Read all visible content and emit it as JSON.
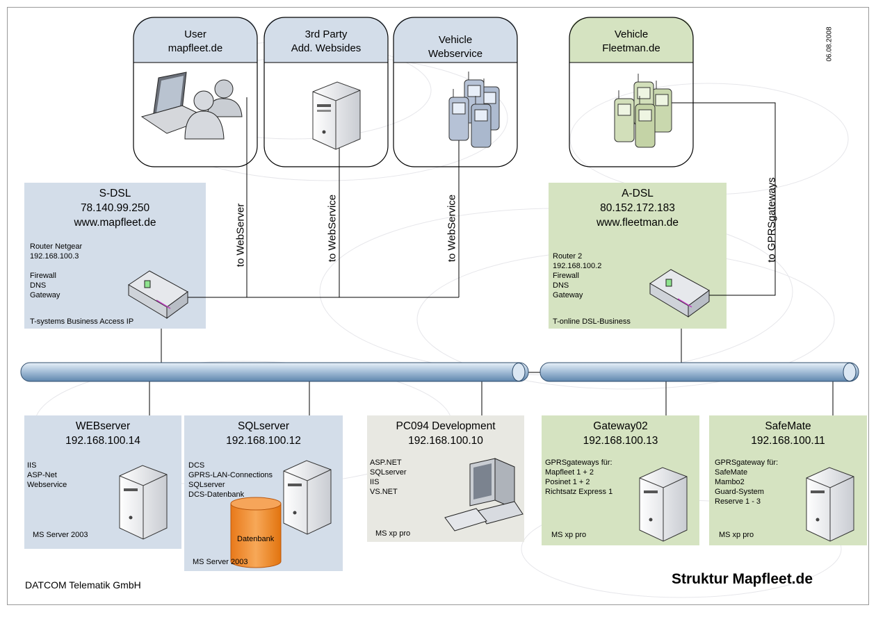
{
  "date": "06.08.2008",
  "company": "DATCOM Telematik GmbH",
  "title": "Struktur Mapfleet.de",
  "clouds": {
    "user": {
      "line1": "User",
      "line2": "mapfleet.de"
    },
    "third_party": {
      "line1": "3rd Party",
      "line2": "Add. Websides"
    },
    "vehicle_ws": {
      "line1": "Vehicle",
      "line2": "Webservice"
    },
    "vehicle_fm": {
      "line1": "Vehicle",
      "line2": "Fleetman.de"
    }
  },
  "connections": {
    "webserver": "to WebServer",
    "webservice1": "to WebService",
    "webservice2": "to WebService",
    "gprs": "to GPRSgateways"
  },
  "sdsl": {
    "name": "S-DSL",
    "ip": "78.140.99.250",
    "url": "www.mapfleet.de",
    "router": "Router Netgear",
    "router_ip": "192.168.100.3",
    "services": [
      "Firewall",
      "DNS",
      "Gateway"
    ],
    "provider": "T-systems Business Access IP"
  },
  "adsl": {
    "name": "A-DSL",
    "ip": "80.152.172.183",
    "url": "www.fleetman.de",
    "router": "Router 2",
    "router_ip": "192.168.100.2",
    "services": [
      "Firewall",
      "DNS",
      "Gateway"
    ],
    "provider": "T-online DSL-Business"
  },
  "servers": {
    "web": {
      "name": "WEBserver",
      "ip": "192.168.100.14",
      "items": [
        "IIS",
        "ASP-Net",
        "Webservice"
      ],
      "os": "MS Server 2003"
    },
    "sql": {
      "name": "SQLserver",
      "ip": "192.168.100.12",
      "items": [
        "DCS",
        "GPRS-LAN-Connections",
        "SQLserver",
        "DCS-Datenbank"
      ],
      "os": "MS Server 2003",
      "db_label": "Datenbank"
    },
    "pc": {
      "name": "PC094 Development",
      "ip": "192.168.100.10",
      "items": [
        "ASP.NET",
        "SQLserver",
        "IIS",
        "VS.NET"
      ],
      "os": "MS xp pro"
    },
    "gw": {
      "name": "Gateway02",
      "ip": "192.168.100.13",
      "items": [
        "GPRSgateways für:",
        "Mapfleet 1 + 2",
        "Posinet 1 + 2",
        "Richtsatz Express 1"
      ],
      "os": "MS xp pro"
    },
    "safemate": {
      "name": "SafeMate",
      "ip": "192.168.100.11",
      "items": [
        "GPRSgateway für:",
        "SafeMate",
        "Mambo2",
        "Guard-System",
        "Reserve 1 - 3"
      ],
      "os": "MS xp pro"
    }
  },
  "colors": {
    "blue_box": "#d3dde9",
    "green_box": "#d5e3c1",
    "gray_box": "#e8e8e2",
    "pipe": "#9ab7d3",
    "db": "#f28a24",
    "cloud_blue_head": "#d3dde9",
    "cloud_green_head": "#d5e3c1"
  }
}
